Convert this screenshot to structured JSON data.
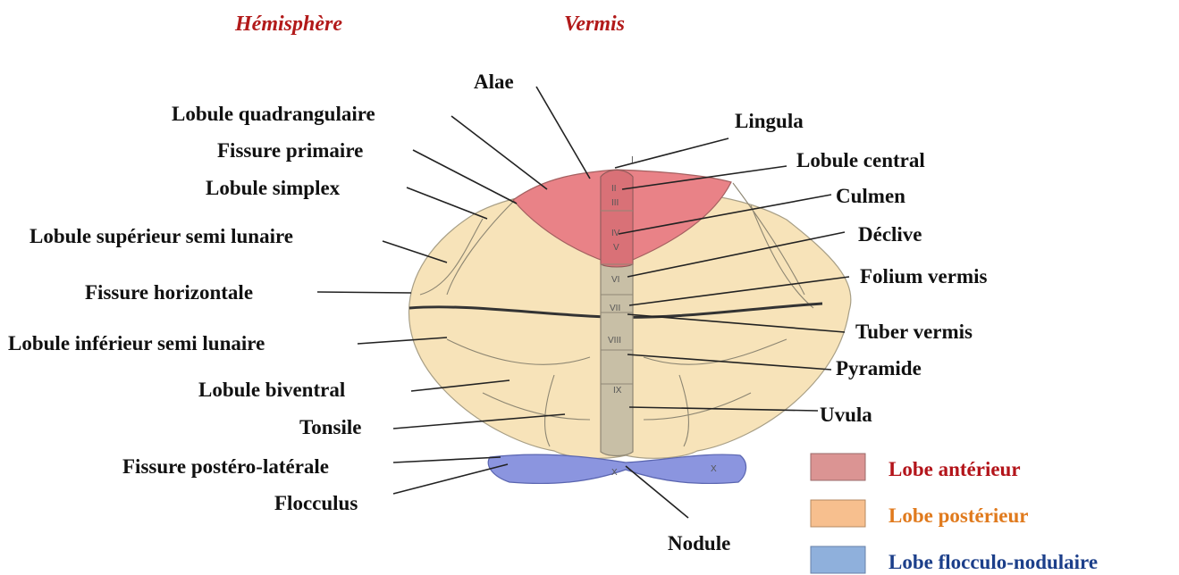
{
  "headers": {
    "hemisphere": "Hémisphère",
    "vermis": "Vermis",
    "color": "#b21a1a"
  },
  "left_labels": {
    "lobule_quadrangulaire": "Lobule quadrangulaire",
    "fissure_primaire": "Fissure primaire",
    "lobule_simplex": "Lobule simplex",
    "lobule_superieur": "Lobule supérieur semi lunaire",
    "fissure_horizontale": "Fissure horizontale",
    "lobule_inferieur": "Lobule inférieur semi lunaire",
    "lobule_biventral": "Lobule biventral",
    "tonsile": "Tonsile",
    "fissure_postero_laterale": "Fissure postéro-latérale",
    "flocculus": "Flocculus"
  },
  "top_labels": {
    "alae": "Alae"
  },
  "right_labels": {
    "lingula": "Lingula",
    "lobule_central": "Lobule central",
    "culmen": "Culmen",
    "declive": "Déclive",
    "folium_vermis": "Folium vermis",
    "tuber_vermis": "Tuber vermis",
    "pyramide": "Pyramide",
    "uvula": "Uvula",
    "nodule": "Nodule"
  },
  "vermis_numerals": {
    "i": "I",
    "ii": "II",
    "iii": "III",
    "iv": "IV",
    "v": "V",
    "vi": "VI",
    "vii": "VII",
    "viii": "VIII",
    "ix": "IX",
    "x": "X"
  },
  "legend": [
    {
      "label": "Lobe antérieur",
      "swatch": "#db9493",
      "text_color": "#b3141a"
    },
    {
      "label": "Lobe postérieur",
      "swatch": "#f7bf8e",
      "text_color": "#e07a1d"
    },
    {
      "label": "Lobe flocculo-nodulaire",
      "swatch": "#8fb0dc",
      "text_color": "#1c3f8a"
    }
  ],
  "colors": {
    "anterior": "#e98287",
    "posterior": "#f7e3b9",
    "flocculonodular": "#8b95df",
    "vermis": "#c8bfa6"
  }
}
